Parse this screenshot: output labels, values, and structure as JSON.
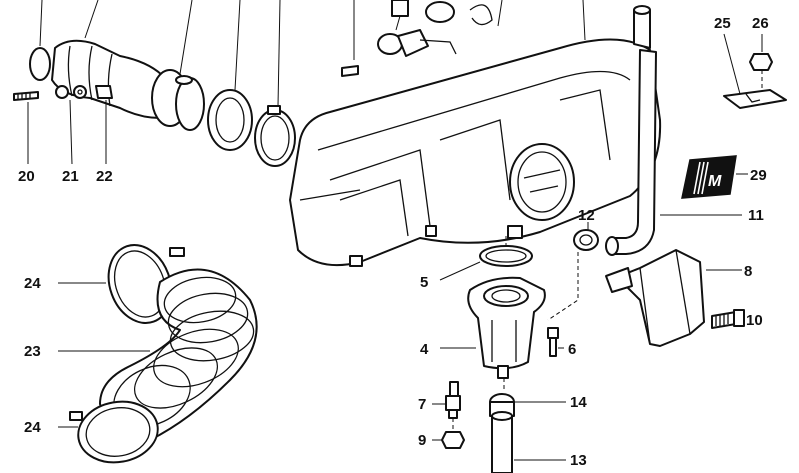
{
  "callouts": {
    "c20": "20",
    "c21": "21",
    "c22": "22",
    "c25": "25",
    "c26": "26",
    "c29": "29",
    "c12": "12",
    "c11": "11",
    "c8": "8",
    "c10": "10",
    "c5": "5",
    "c4": "4",
    "c6": "6",
    "c7": "7",
    "c14": "14",
    "c9": "9",
    "c13": "13",
    "c24a": "24",
    "c23": "23",
    "c24b": "24"
  },
  "logo": {
    "text": "M"
  },
  "colors": {
    "ink": "#111111",
    "paper": "#ffffff"
  }
}
